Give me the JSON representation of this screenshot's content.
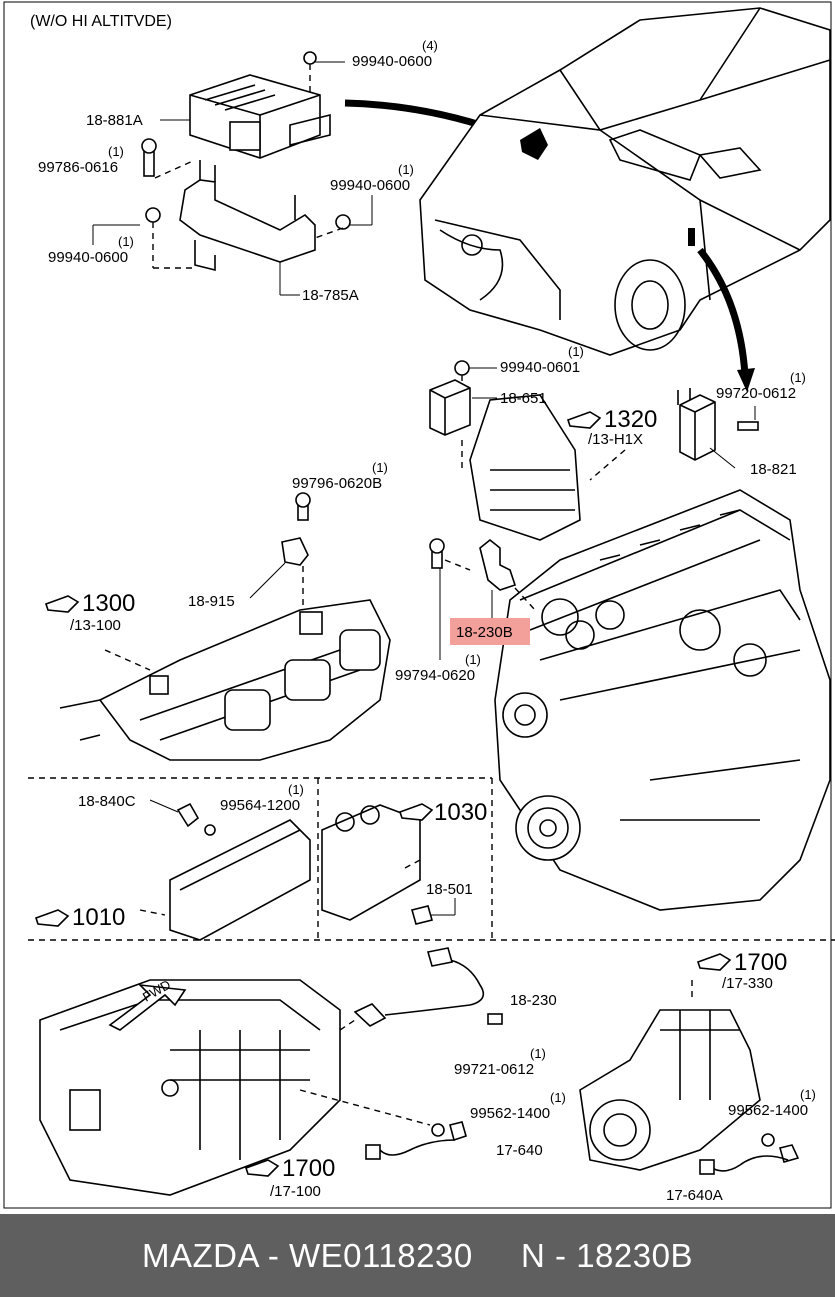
{
  "header_note": "(W/O HI ALTITVDE)",
  "labels": {
    "p99940_0600_a": "99940-0600",
    "p99940_0600_a_qty": "(4)",
    "p18_881A": "18-881A",
    "p99786_0616": "99786-0616",
    "p99786_0616_qty": "(1)",
    "p99940_0600_b": "99940-0600",
    "p99940_0600_b_qty": "(1)",
    "p99940_0600_c": "99940-0600",
    "p99940_0600_c_qty": "(1)",
    "p18_785A": "18-785A",
    "p99940_0601": "99940-0601",
    "p99940_0601_qty": "(1)",
    "p18_651": "18-651",
    "p99720_0612": "99720-0612",
    "p99720_0612_qty": "(1)",
    "p18_821": "18-821",
    "ref_1320": "1320",
    "ref_1320_sub": "/13-H1X",
    "p99796_0620B": "99796-0620B",
    "p99796_0620B_qty": "(1)",
    "p18_915": "18-915",
    "ref_1300": "1300",
    "ref_1300_sub": "/13-100",
    "p18_230B": "18-230B",
    "p99794_0620": "99794-0620",
    "p99794_0620_qty": "(1)",
    "p18_840C": "18-840C",
    "p99564_1200": "99564-1200",
    "p99564_1200_qty": "(1)",
    "ref_1030": "1030",
    "p18_501": "18-501",
    "ref_1010": "1010",
    "ref_1700_a": "1700",
    "ref_1700_a_sub": "/17-330",
    "p18_230": "18-230",
    "p99721_0612": "99721-0612",
    "p99721_0612_qty": "(1)",
    "fwd": "FWD",
    "p99562_1400_a": "99562-1400",
    "p99562_1400_a_qty": "(1)",
    "p17_640": "17-640",
    "p99562_1400_b": "99562-1400",
    "p99562_1400_b_qty": "(1)",
    "p17_640A": "17-640A",
    "ref_1700_b": "1700",
    "ref_1700_b_sub": "/17-100"
  },
  "highlight": {
    "part": "18-230B",
    "color": "#f4a09a"
  },
  "footer": {
    "text": "MAZDA - WE0118230     N - 18230B",
    "background": "#5f5f5f"
  }
}
